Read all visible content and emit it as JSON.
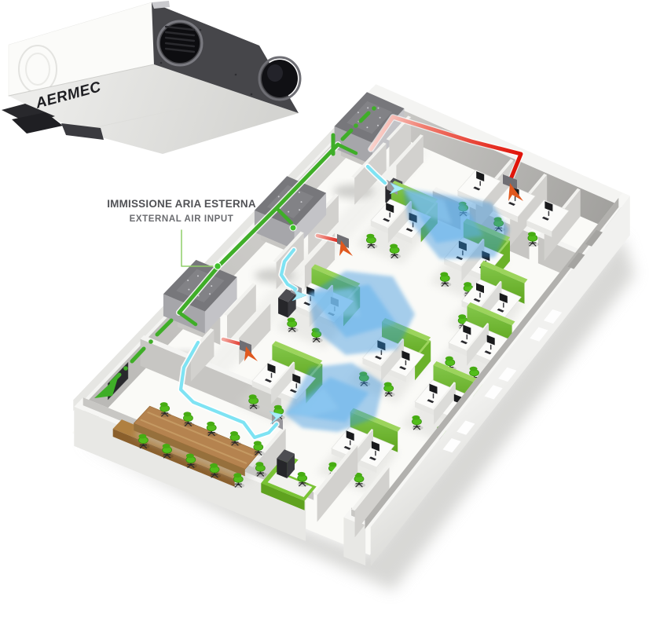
{
  "illustration": {
    "type": "isometric-office-ventilation-cutaway",
    "brand": "AERMEC",
    "label": {
      "it": "IMMISSIONE ARIA ESTERNA",
      "en": "EXTERNAL AIR INPUT"
    },
    "colors": {
      "page_bg": "#FFFFFF",
      "duct_green": "#3FAE28",
      "leader_green": "#8FCE68",
      "node_green": "#3FBF2B",
      "duct_red": "#E01005",
      "duct_red_pale": "#FBE3DF",
      "arrow_orange": "#E0581E",
      "duct_cyan": "#7EE3F3",
      "plume_blue": "#2F8EDC",
      "partition_green": "#6FB52E",
      "chair_green": "#52BD1B",
      "desk_white": "#FBFBF9",
      "wood_brown": "#B5834F",
      "wall_top": "#F4F4F2",
      "wall_face": "#C7C6C3",
      "wall_dark": "#A5A4A1",
      "floor_white": "#FAFAF7",
      "unit_gray": "#77777B",
      "text_dark": "#515256",
      "text_gray": "#6A6B6F"
    },
    "scene": {
      "heat_recovery_units": 3,
      "supply_diffusers": 3,
      "exhaust_vents": 3,
      "air_plumes": 3,
      "workstation_clusters": 9,
      "private_offices": 3,
      "meeting_room_seats": 11
    }
  }
}
